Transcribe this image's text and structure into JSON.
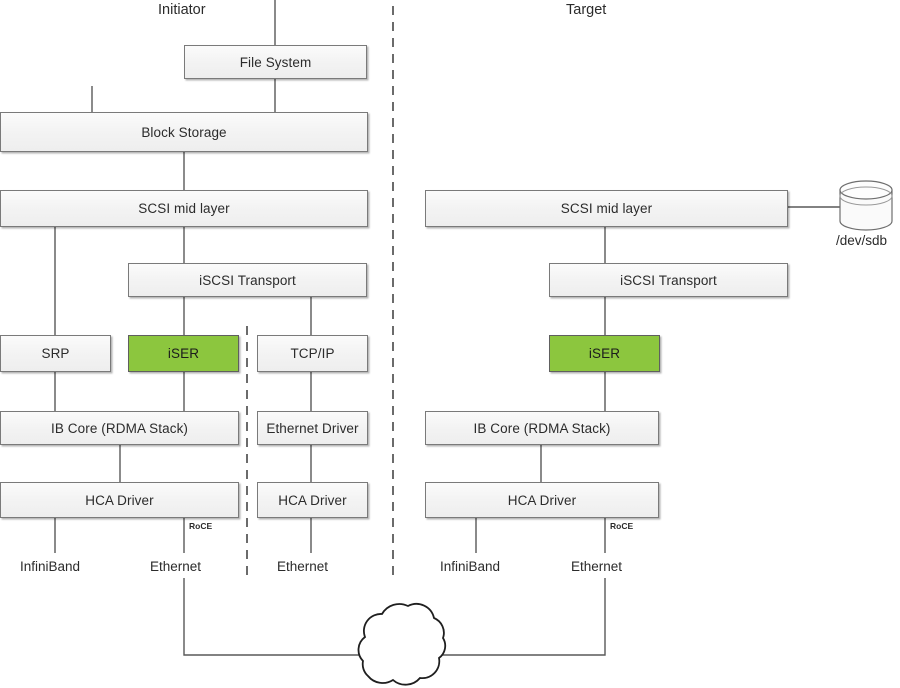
{
  "diagram": {
    "title_initiator": "Initiator",
    "title_target": "Target",
    "accent_green": "#8cc63e",
    "box_border": "#7a7a7a",
    "line_color": "#595959",
    "highlighted_blocks": [
      "iSER"
    ]
  },
  "initiator": {
    "label": "Initiator",
    "blocks": [
      {
        "id": "file-system",
        "label": "File System"
      },
      {
        "id": "block-storage",
        "label": "Block Storage"
      },
      {
        "id": "scsi-mid-layer",
        "label": "SCSI mid layer"
      },
      {
        "id": "iscsi-transport",
        "label": "iSCSI Transport"
      },
      {
        "id": "srp",
        "label": "SRP"
      },
      {
        "id": "iser",
        "label": "iSER"
      },
      {
        "id": "tcp-ip",
        "label": "TCP/IP"
      },
      {
        "id": "ib-core",
        "label": "IB Core (RDMA Stack)"
      },
      {
        "id": "ethernet-driver",
        "label": "Ethernet Driver"
      },
      {
        "id": "hca-driver-ib",
        "label": "HCA Driver"
      },
      {
        "id": "hca-driver-eth",
        "label": "HCA Driver"
      }
    ],
    "wire_labels": [
      {
        "id": "infiniband",
        "label": "InfiniBand"
      },
      {
        "id": "ethernet-roce",
        "label": "Ethernet"
      },
      {
        "id": "ethernet-tcp",
        "label": "Ethernet"
      }
    ],
    "roce_tag": "RoCE"
  },
  "target": {
    "label": "Target",
    "blocks": [
      {
        "id": "scsi-mid-layer",
        "label": "SCSI mid layer"
      },
      {
        "id": "iscsi-transport",
        "label": "iSCSI Transport"
      },
      {
        "id": "iser",
        "label": "iSER"
      },
      {
        "id": "ib-core",
        "label": "IB Core (RDMA Stack)"
      },
      {
        "id": "hca-driver",
        "label": "HCA Driver"
      }
    ],
    "storage_device": {
      "id": "dev-sdb",
      "label": "/dev/sdb",
      "shape": "cylinder-icon"
    },
    "wire_labels": [
      {
        "id": "infiniband",
        "label": "InfiniBand"
      },
      {
        "id": "ethernet",
        "label": "Ethernet"
      }
    ],
    "roce_tag": "RoCE"
  },
  "network": {
    "cloud": {
      "id": "network-cloud",
      "label": ""
    }
  }
}
